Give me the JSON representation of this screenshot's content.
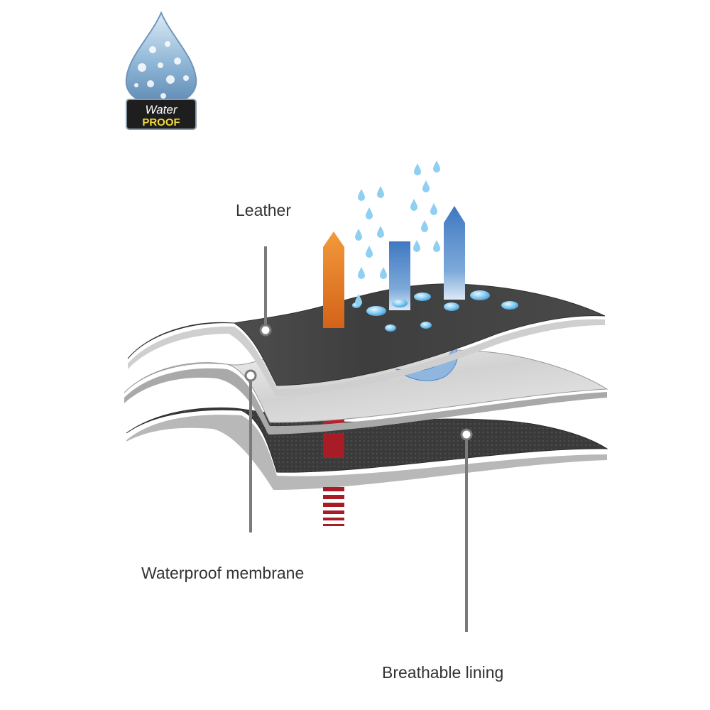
{
  "logo": {
    "line1": "Water",
    "line2": "PROOF"
  },
  "labels": {
    "leather": "Leather",
    "membrane": "Waterproof membrane",
    "lining": "Breathable lining"
  },
  "colors": {
    "leather_layer": "#4a4a4a",
    "membrane_layer": "#d9d9d9",
    "lining_layer": "#3b3b3b",
    "vapor_arrow": "#e07820",
    "heat_column": "#b8202a",
    "water_arrow": "#4f86c6",
    "droplet": "#7fc0ea"
  }
}
